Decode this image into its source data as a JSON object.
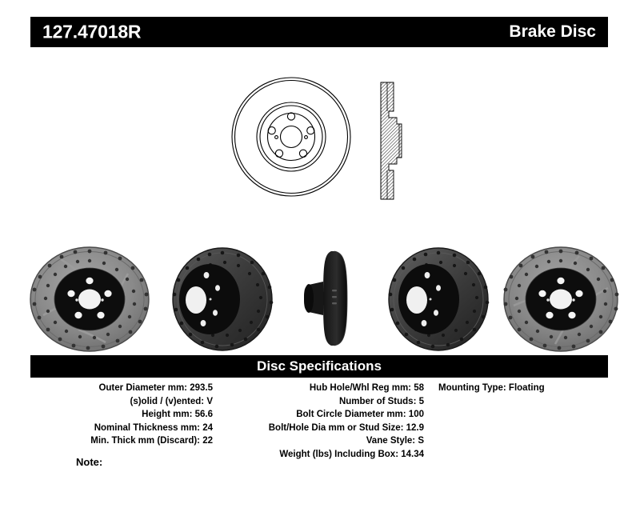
{
  "header": {
    "part_number": "127.47018R",
    "doc_title": "Brake Disc"
  },
  "drawings": {
    "face_view_name": "rotor-face-line-drawing",
    "section_view_name": "rotor-cross-section-line-drawing"
  },
  "photos": [
    {
      "label": "drilled-slotted-rotor-front-face"
    },
    {
      "label": "drilled-rotor-angled-left"
    },
    {
      "label": "rotor-edge-profile"
    },
    {
      "label": "drilled-rotor-angled-right"
    },
    {
      "label": "drilled-slotted-rotor-front-face-right"
    }
  ],
  "specifications": {
    "title": "Disc Specifications",
    "left_column": [
      "Outer Diameter mm: 293.5",
      "(s)olid / (v)ented: V",
      "Height mm: 56.6",
      "Nominal Thickness mm: 24",
      "Min. Thick mm (Discard): 22"
    ],
    "middle_column": [
      "Hub Hole/Whl Reg mm: 58",
      "Number of Studs: 5",
      "Bolt Circle Diameter mm: 100",
      "Bolt/Hole Dia mm or Stud Size: 12.9",
      "Vane Style: S",
      "Weight (lbs) Including Box: 14.34"
    ],
    "right_column": [
      "Mounting Type: Floating"
    ]
  },
  "note": {
    "label": "Note:",
    "value": ""
  },
  "colors": {
    "bar_background": "#000000",
    "bar_text": "#ffffff",
    "page_background": "#ffffff",
    "rotor_face_gray": "#8d8d8d",
    "rotor_hat_black": "#0d0d0d"
  }
}
